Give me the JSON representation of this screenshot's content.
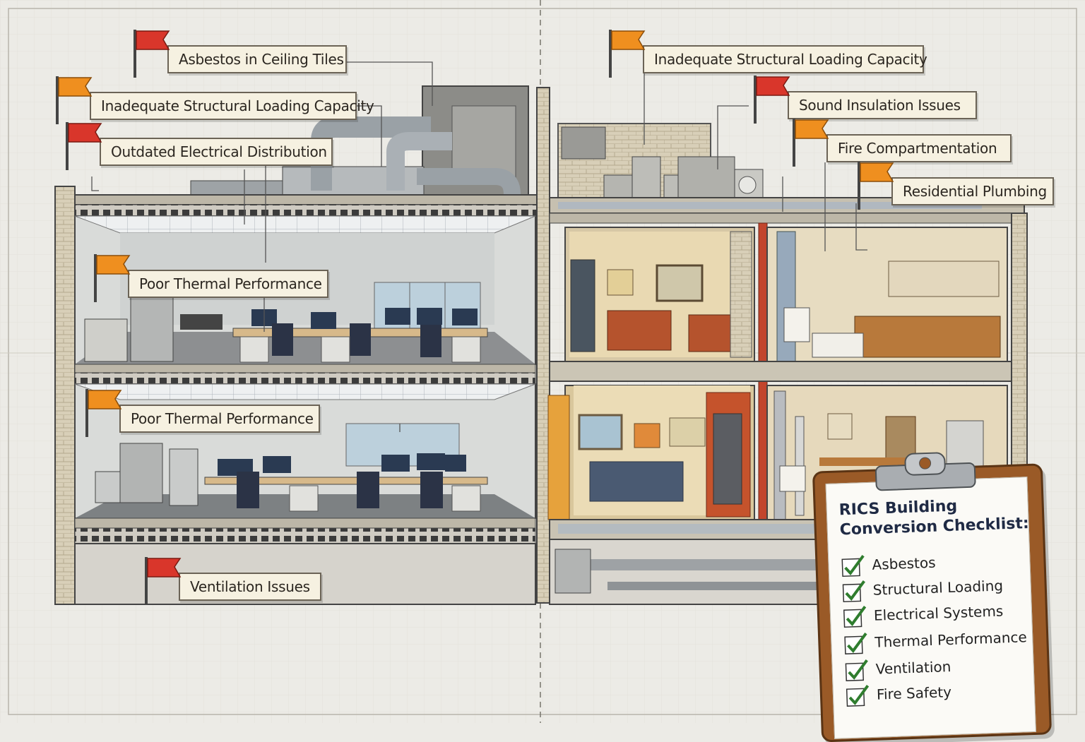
{
  "callouts": [
    {
      "id": "asbestos-ceiling",
      "label": "Asbestos in Ceiling Tiles",
      "severity": "red"
    },
    {
      "id": "structural-left",
      "label": "Inadequate Structural Loading Capacity",
      "severity": "orange"
    },
    {
      "id": "electrical",
      "label": "Outdated Electrical Distribution",
      "severity": "red"
    },
    {
      "id": "thermal-upper",
      "label": "Poor Thermal Performance",
      "severity": "orange"
    },
    {
      "id": "thermal-lower",
      "label": "Poor Thermal Performance",
      "severity": "orange"
    },
    {
      "id": "ventilation",
      "label": "Ventilation Issues",
      "severity": "red"
    },
    {
      "id": "structural-right",
      "label": "Inadequate Structural Loading Capacity",
      "severity": "orange"
    },
    {
      "id": "sound",
      "label": "Sound Insulation Issues",
      "severity": "red"
    },
    {
      "id": "fire",
      "label": "Fire Compartmentation",
      "severity": "orange"
    },
    {
      "id": "plumbing",
      "label": "Residential Plumbing",
      "severity": "orange"
    }
  ],
  "checklist": {
    "title_line1": "RICS Building",
    "title_line2": "Conversion Checklist:",
    "items": [
      "Asbestos",
      "Structural Loading",
      "Electrical Systems",
      "Thermal Performance",
      "Ventilation",
      "Fire Safety"
    ]
  },
  "colors": {
    "red_flag": "#d9362b",
    "orange_flag": "#ef8f1f",
    "check": "#2f7d2e",
    "label_bg": "#f6f1e1"
  }
}
